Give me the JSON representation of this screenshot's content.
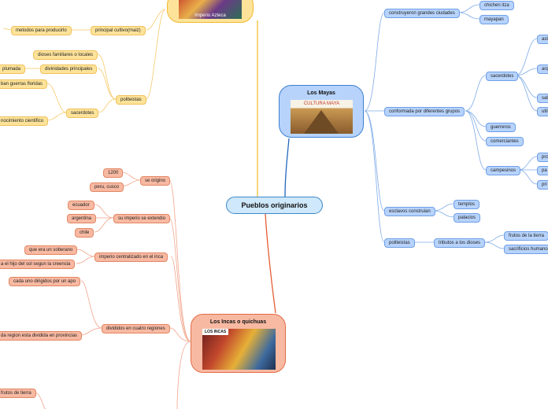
{
  "center": "Pueblos originarios",
  "aztecas": {
    "image_caption": "Imperio Azteca",
    "cultivo_title": "principal cultivo(maiz)",
    "metodos": "metodos para producirlo",
    "politeistas": "politeistas",
    "dioses": "dioses familiares o locales",
    "divinidades": "divinidades principales",
    "plumada": "plumada",
    "sacerdotes": "sacerdotes",
    "guerras": "ban guerras floridas",
    "conocimiento": "nocimiento cientifico"
  },
  "mayas": {
    "title": "Los Mayas",
    "image_caption": "CULTURA MAYA",
    "ciudades": "construyeron grandes ciudades",
    "chichen": "chichen itza",
    "mayapan": "mayapan",
    "grupos": "conformada por diferentes grupos",
    "sacerdotes": "sacerdotes",
    "astr": "astr",
    "arq": "arq",
    "sab": "sab",
    "util": "utili",
    "guerreros": "guerreros",
    "comerciantes": "comerciantes",
    "campesinos": "campesinos",
    "pro": "pro",
    "pa": "pa",
    "pri": "pri",
    "esclavos": "esclavos construian",
    "templos": "templos",
    "palacios": "palacios",
    "politeistas": "politeistas",
    "tributos": "tributos a los dioses",
    "frutos": "frutos de la tierra",
    "sacrificios": "sacrificios humano"
  },
  "incas": {
    "title": "Los Incas o quichuas",
    "image_caption": "LOS INCAS",
    "origen": "se origino",
    "anio": "1200",
    "lugar": "peru, cusco",
    "imperio": "su imperio se extendio",
    "ecuador": "ecuador",
    "argentina": "argentina",
    "chile": "chile",
    "centralizado": "imperio centralizado en el inca",
    "soberano": "que era un soberano",
    "hijo_sol": "a el hijo del sol segun la creencia",
    "divididos": "divididos en cuatro regiones",
    "apo": "cada uno dirigidos por un apo",
    "provincias": "da region esta dividida en provincias",
    "frutos": "frutos de tierra"
  }
}
